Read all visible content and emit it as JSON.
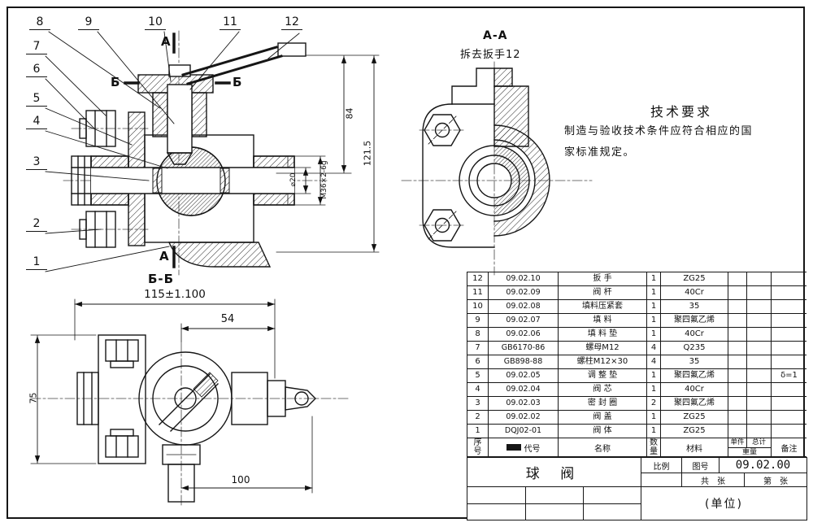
{
  "front_view": {
    "callouts": {
      "n1": "1",
      "n2": "2",
      "n3": "3",
      "n4": "4",
      "n5": "5",
      "n6": "6",
      "n7": "7",
      "n8": "8",
      "n9": "9",
      "n10": "10",
      "n11": "11",
      "n12": "12"
    },
    "section_mark": "A",
    "plane_mark": "Б",
    "dims": {
      "overall_height": "121.5",
      "stem_height": "84",
      "thread": "M36×2-6g",
      "bore": "⌀20"
    }
  },
  "aa_view": {
    "title": "A-A",
    "note": "拆去扳手12"
  },
  "tech_requirements": {
    "title": "技术要求",
    "line1": "制造与验收技术条件应符合相应的国",
    "line2": "家标准规定。"
  },
  "bb_view": {
    "title": "Б-Б",
    "dims": {
      "overall_width": "115±1.100",
      "stem_offset": "54",
      "depth": "100",
      "flange_height": "75"
    }
  },
  "bom": {
    "header": {
      "no": "序号",
      "code": "代号",
      "name": "名称",
      "qty": "数量",
      "material": "材料",
      "unit": "单件",
      "total": "总计",
      "weight": "重量",
      "remark": "备注"
    },
    "rows": [
      {
        "no": "12",
        "code": "09.02.10",
        "name": "扳 手",
        "qty": "1",
        "material": "ZG25",
        "remark": ""
      },
      {
        "no": "11",
        "code": "09.02.09",
        "name": "阀 杆",
        "qty": "1",
        "material": "40Cr",
        "remark": ""
      },
      {
        "no": "10",
        "code": "09.02.08",
        "name": "填料压紧套",
        "qty": "1",
        "material": "35",
        "remark": ""
      },
      {
        "no": "9",
        "code": "09.02.07",
        "name": "填 料",
        "qty": "1",
        "material": "聚四氟乙烯",
        "remark": ""
      },
      {
        "no": "8",
        "code": "09.02.06",
        "name": "填 料 垫",
        "qty": "1",
        "material": "40Cr",
        "remark": ""
      },
      {
        "no": "7",
        "code": "GB6170-86",
        "name": "螺母M12",
        "qty": "4",
        "material": "Q235",
        "remark": ""
      },
      {
        "no": "6",
        "code": "GB898-88",
        "name": "螺柱M12×30",
        "qty": "4",
        "material": "35",
        "remark": ""
      },
      {
        "no": "5",
        "code": "09.02.05",
        "name": "调 整 垫",
        "qty": "1",
        "material": "聚四氟乙烯",
        "remark": "δ=1"
      },
      {
        "no": "4",
        "code": "09.02.04",
        "name": "阀 芯",
        "qty": "1",
        "material": "40Cr",
        "remark": ""
      },
      {
        "no": "3",
        "code": "09.02.03",
        "name": "密 封 圈",
        "qty": "2",
        "material": "聚四氟乙烯",
        "remark": ""
      },
      {
        "no": "2",
        "code": "09.02.02",
        "name": "阀 盖",
        "qty": "1",
        "material": "ZG25",
        "remark": ""
      },
      {
        "no": "1",
        "code": "DQJ02-01",
        "name": "阀 体",
        "qty": "1",
        "material": "ZG25",
        "remark": ""
      }
    ]
  },
  "title_block": {
    "title": "球  阀",
    "scale_label": "比例",
    "dwgno_label": "图号",
    "drawing_no": "09.02.00",
    "sheet_total": "共　张",
    "sheet_no": "第　张",
    "org": "(单位)"
  }
}
